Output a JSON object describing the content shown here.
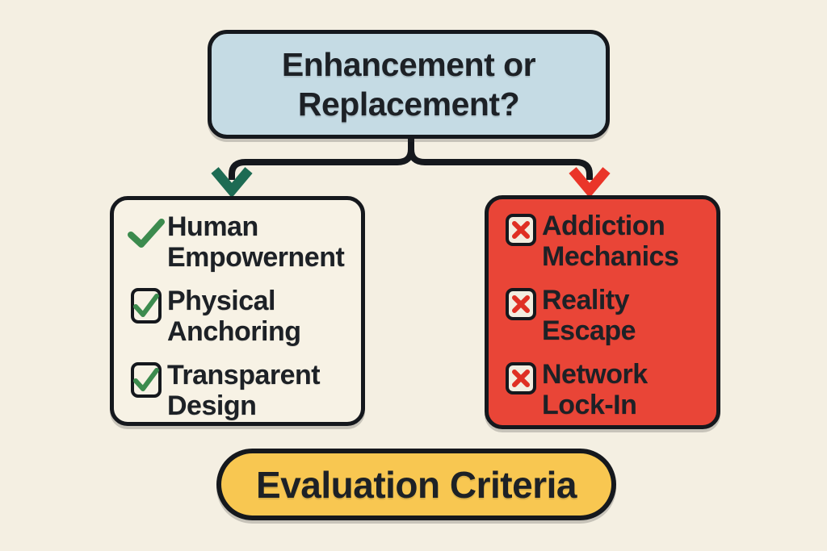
{
  "title_box": {
    "label": "Enhancement or Replacement?"
  },
  "left_panel": {
    "items": [
      {
        "icon": "check-icon",
        "label": "Human Empowernent"
      },
      {
        "icon": "checkbox-check-icon",
        "label": "Physical Anchoring"
      },
      {
        "icon": "checkbox-check-icon",
        "label": "Transparent Design"
      }
    ]
  },
  "right_panel": {
    "items": [
      {
        "icon": "cross-box-icon",
        "label": "Addiction Mechanics"
      },
      {
        "icon": "cross-box-icon",
        "label": "Reality Escape"
      },
      {
        "icon": "cross-box-icon",
        "label": "Network Lock-In"
      }
    ]
  },
  "footer_pill": {
    "label": "Evaluation Criteria"
  },
  "colors": {
    "background": "#f4efe2",
    "title_fill": "#c5dbe4",
    "positive_panel_fill": "#f7f2e5",
    "negative_panel_fill": "#e94537",
    "pill_fill": "#f8c751",
    "outline": "#15181d",
    "text": "#1d2126",
    "check_green": "#3c8b4e",
    "arrow_green": "#1d6b53",
    "cross_red": "#df2f23",
    "arrow_red": "#ea3529"
  }
}
